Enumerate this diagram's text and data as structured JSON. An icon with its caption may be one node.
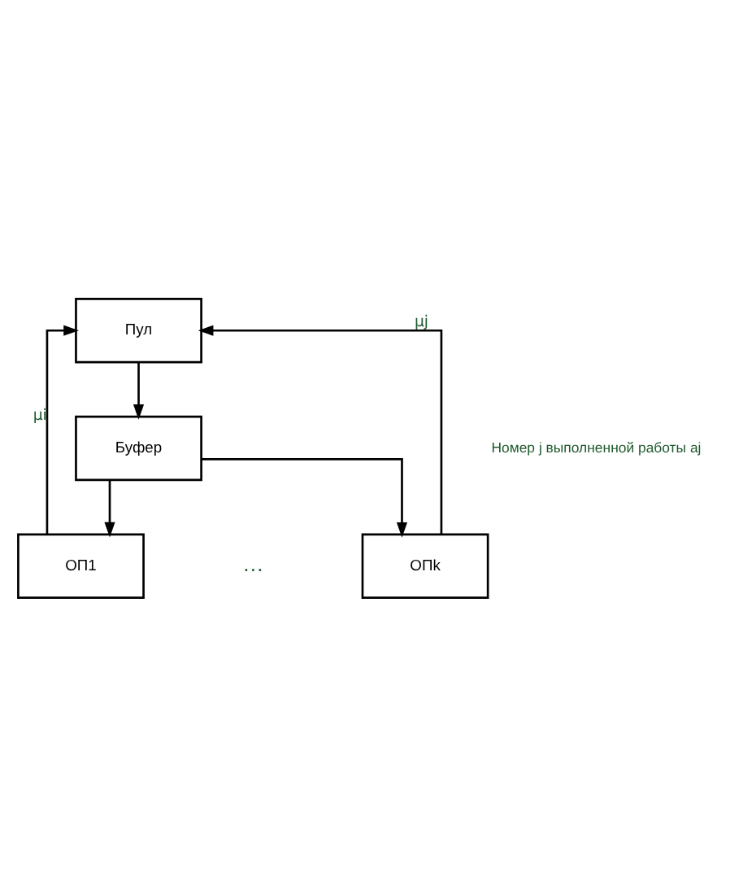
{
  "diagram": {
    "nodes": [
      {
        "text": [
          "Пул"
        ]
      },
      {
        "text": [
          "Буфер"
        ]
      },
      {
        "text": [
          "ОП1"
        ]
      },
      {
        "text": [
          "ОПk"
        ]
      }
    ],
    "edges": [
      {
        "from": 0,
        "to": 1,
        "arrow": "to"
      },
      {
        "from": 1,
        "to": 2,
        "arrow": "to"
      },
      {
        "from": 1,
        "to": 3,
        "arrow": "to"
      },
      {
        "from": 2,
        "to": 0,
        "arrow": "to",
        "label": "μi"
      },
      {
        "from": 3,
        "to": 0,
        "arrow": "to",
        "label": "μj"
      }
    ],
    "labels": [
      "Номер j выполненной работы aj",
      "…"
    ]
  }
}
